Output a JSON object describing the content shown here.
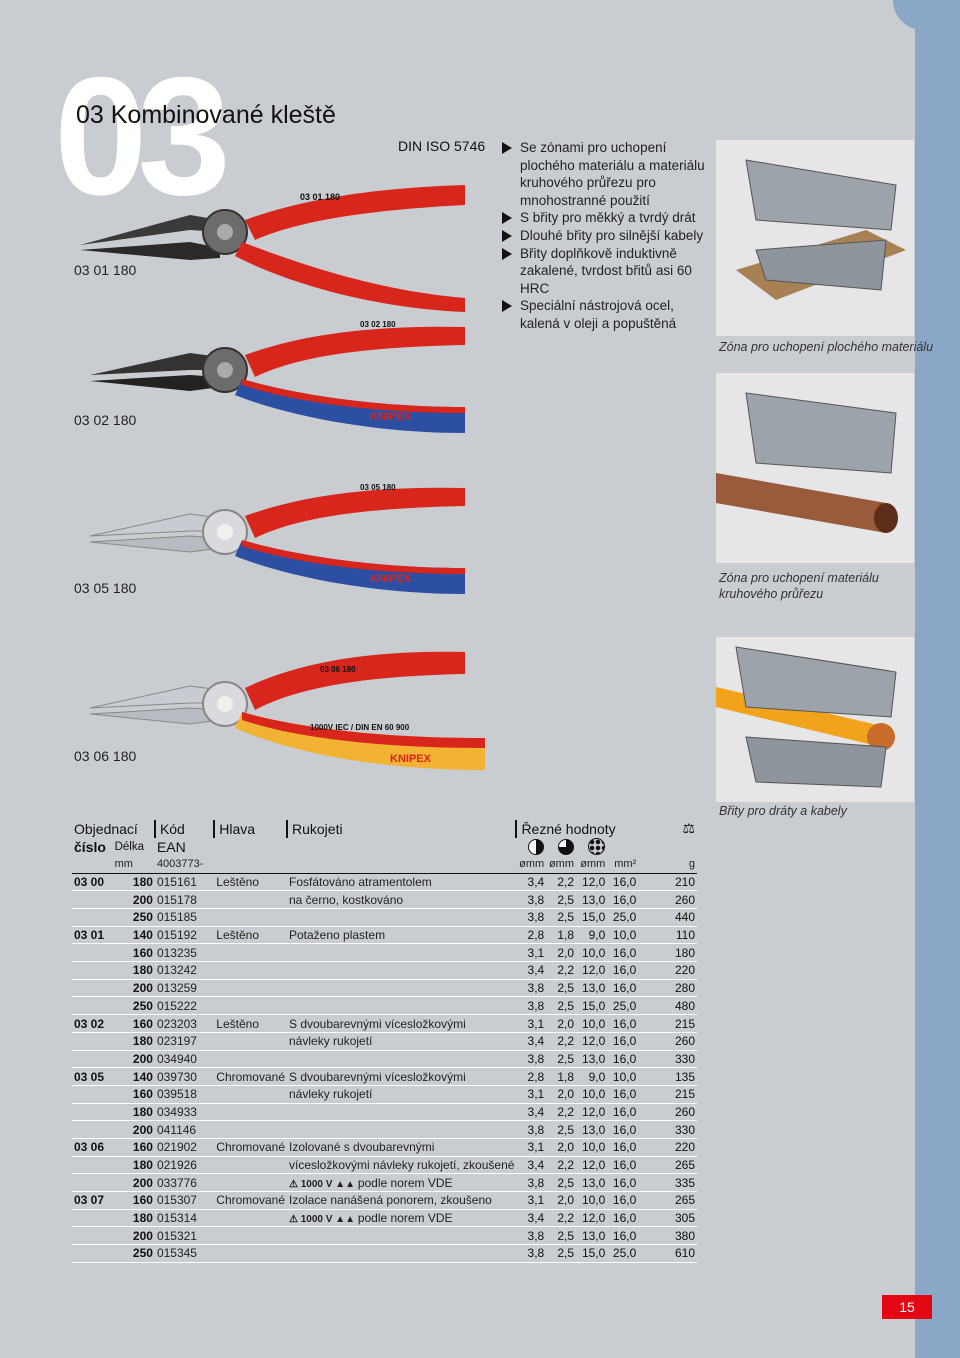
{
  "header": {
    "big_number": "03",
    "title": "03 Kombinované kleště",
    "standard": "DIN ISO 5746"
  },
  "features": [
    "Se zónami pro uchopení plochého materiálu a materiálu kruhového průřezu pro mnohostranné použití",
    "S břity pro měkký a tvrdý drát",
    "Dlouhé břity pro silnější kabely",
    "Břity doplňkově induktivně zakalené, tvrdost břitů asi 60 HRC",
    "Speciální nástrojová ocel, kalená v oleji a popuštěná"
  ],
  "products": [
    {
      "label": "03 01 180",
      "imprint": "03 01 180"
    },
    {
      "label": "03 02 180",
      "imprint": "03 02 180"
    },
    {
      "label": "03 05 180",
      "imprint": "03 05 180"
    },
    {
      "label": "03 06 180",
      "imprint": "03 06 180"
    }
  ],
  "brand": "KNIPEX",
  "vde_imprint": "1000V IEC / DIN EN 60 900",
  "captions": {
    "flat": "Zóna pro uchopení plochého materiálu",
    "round_1": "Zóna pro uchopení materiálu",
    "round_2": "kruhového průřezu",
    "wires": "Břity pro dráty a kabely"
  },
  "table": {
    "headers": {
      "order_1": "Objednací",
      "order_2": "číslo",
      "length": "Délka",
      "code": "Kód",
      "ean": "EAN",
      "head": "Hlava",
      "handles": "Rukojeti",
      "cut": "Řezné hodnoty",
      "weight_icon": "⚖"
    },
    "units": {
      "length": "mm",
      "ean_prefix": "4003773-",
      "d1": "ømm",
      "d2": "ømm",
      "d3": "ømm",
      "d4": "mm²",
      "weight": "g"
    },
    "vde_text": "1000 V",
    "rows": [
      {
        "prefix": "03 00",
        "len": "180",
        "ean": "015161",
        "head": "Leštěno",
        "handle": "Fosfátováno atramentolem",
        "v1": "3,4",
        "v2": "2,2",
        "v3": "12,0",
        "v4": "16,0",
        "g": "210"
      },
      {
        "prefix": "",
        "len": "200",
        "ean": "015178",
        "head": "",
        "handle": "na černo, kostkováno",
        "v1": "3,8",
        "v2": "2,5",
        "v3": "13,0",
        "v4": "16,0",
        "g": "260"
      },
      {
        "prefix": "",
        "len": "250",
        "ean": "015185",
        "head": "",
        "handle": "",
        "v1": "3,8",
        "v2": "2,5",
        "v3": "15,0",
        "v4": "25,0",
        "g": "440"
      },
      {
        "prefix": "03 01",
        "len": "140",
        "ean": "015192",
        "head": "Leštěno",
        "handle": "Potaženo plastem",
        "v1": "2,8",
        "v2": "1,8",
        "v3": "9,0",
        "v4": "10,0",
        "g": "110"
      },
      {
        "prefix": "",
        "len": "160",
        "ean": "013235",
        "head": "",
        "handle": "",
        "v1": "3,1",
        "v2": "2,0",
        "v3": "10,0",
        "v4": "16,0",
        "g": "180"
      },
      {
        "prefix": "",
        "len": "180",
        "ean": "013242",
        "head": "",
        "handle": "",
        "v1": "3,4",
        "v2": "2,2",
        "v3": "12,0",
        "v4": "16,0",
        "g": "220"
      },
      {
        "prefix": "",
        "len": "200",
        "ean": "013259",
        "head": "",
        "handle": "",
        "v1": "3,8",
        "v2": "2,5",
        "v3": "13,0",
        "v4": "16,0",
        "g": "280"
      },
      {
        "prefix": "",
        "len": "250",
        "ean": "015222",
        "head": "",
        "handle": "",
        "v1": "3,8",
        "v2": "2,5",
        "v3": "15,0",
        "v4": "25,0",
        "g": "480"
      },
      {
        "prefix": "03 02",
        "len": "160",
        "ean": "023203",
        "head": "Leštěno",
        "handle": "S dvoubarevnými vícesložkovými",
        "v1": "3,1",
        "v2": "2,0",
        "v3": "10,0",
        "v4": "16,0",
        "g": "215"
      },
      {
        "prefix": "",
        "len": "180",
        "ean": "023197",
        "head": "",
        "handle": "návleky rukojetí",
        "v1": "3,4",
        "v2": "2,2",
        "v3": "12,0",
        "v4": "16,0",
        "g": "260"
      },
      {
        "prefix": "",
        "len": "200",
        "ean": "034940",
        "head": "",
        "handle": "",
        "v1": "3,8",
        "v2": "2,5",
        "v3": "13,0",
        "v4": "16,0",
        "g": "330"
      },
      {
        "prefix": "03 05",
        "len": "140",
        "ean": "039730",
        "head": "Chromované",
        "handle": "S dvoubarevnými vícesložkovými",
        "v1": "2,8",
        "v2": "1,8",
        "v3": "9,0",
        "v4": "10,0",
        "g": "135"
      },
      {
        "prefix": "",
        "len": "160",
        "ean": "039518",
        "head": "",
        "handle": "návleky rukojetí",
        "v1": "3,1",
        "v2": "2,0",
        "v3": "10,0",
        "v4": "16,0",
        "g": "215"
      },
      {
        "prefix": "",
        "len": "180",
        "ean": "034933",
        "head": "",
        "handle": "",
        "v1": "3,4",
        "v2": "2,2",
        "v3": "12,0",
        "v4": "16,0",
        "g": "260"
      },
      {
        "prefix": "",
        "len": "200",
        "ean": "041146",
        "head": "",
        "handle": "",
        "v1": "3,8",
        "v2": "2,5",
        "v3": "13,0",
        "v4": "16,0",
        "g": "330"
      },
      {
        "prefix": "03 06",
        "len": "160",
        "ean": "021902",
        "head": "Chromované",
        "handle": "Izolované s dvoubarevnými",
        "v1": "3,1",
        "v2": "2,0",
        "v3": "10,0",
        "v4": "16,0",
        "g": "220"
      },
      {
        "prefix": "",
        "len": "180",
        "ean": "021926",
        "head": "",
        "handle": "vícesložkovými návleky rukojetí, zkoušené",
        "v1": "3,4",
        "v2": "2,2",
        "v3": "12,0",
        "v4": "16,0",
        "g": "265"
      },
      {
        "prefix": "",
        "len": "200",
        "ean": "033776",
        "head": "",
        "handle": "podle norem VDE",
        "vde": true,
        "v1": "3,8",
        "v2": "2,5",
        "v3": "13,0",
        "v4": "16,0",
        "g": "335"
      },
      {
        "prefix": "03 07",
        "len": "160",
        "ean": "015307",
        "head": "Chromované",
        "handle": "Izolace nanášená ponorem, zkoušeno",
        "v1": "3,1",
        "v2": "2,0",
        "v3": "10,0",
        "v4": "16,0",
        "g": "265"
      },
      {
        "prefix": "",
        "len": "180",
        "ean": "015314",
        "head": "",
        "handle": "podle norem VDE",
        "vde": true,
        "v1": "3,4",
        "v2": "2,2",
        "v3": "12,0",
        "v4": "16,0",
        "g": "305"
      },
      {
        "prefix": "",
        "len": "200",
        "ean": "015321",
        "head": "",
        "handle": "",
        "v1": "3,8",
        "v2": "2,5",
        "v3": "13,0",
        "v4": "16,0",
        "g": "380"
      },
      {
        "prefix": "",
        "len": "250",
        "ean": "015345",
        "head": "",
        "handle": "",
        "v1": "3,8",
        "v2": "2,5",
        "v3": "15,0",
        "v4": "25,0",
        "g": "610"
      }
    ]
  },
  "page_number": "15",
  "colors": {
    "red": "#d9261c",
    "blue": "#2c4fa3",
    "yellow": "#f2b233",
    "band": "#8aa7c7",
    "page_badge": "#e30613"
  }
}
